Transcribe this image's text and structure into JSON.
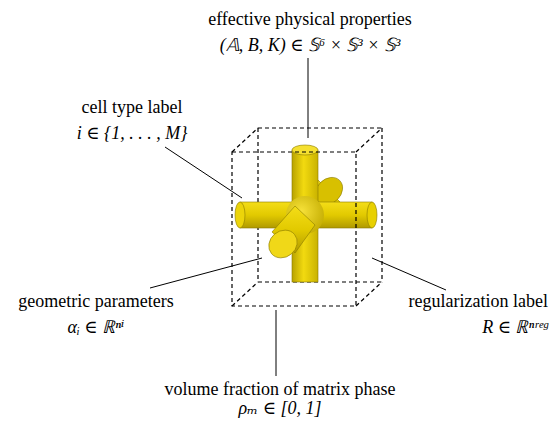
{
  "diagram": {
    "labels": [
      "effective physical properties",
      "(𝔸, B, K) ∈ 𝕊⁶ × 𝕊³ × 𝕊³",
      "cell type label",
      "i ∈ {1, . . . , M}",
      "geometric parameters",
      "αᵢ ∈ ℝⁿⁱ",
      "regularization label",
      "R ∈ ℝⁿʳᵉᵍ",
      "volume fraction of matrix phase",
      "ρₘ ∈ [0, 1]"
    ]
  }
}
